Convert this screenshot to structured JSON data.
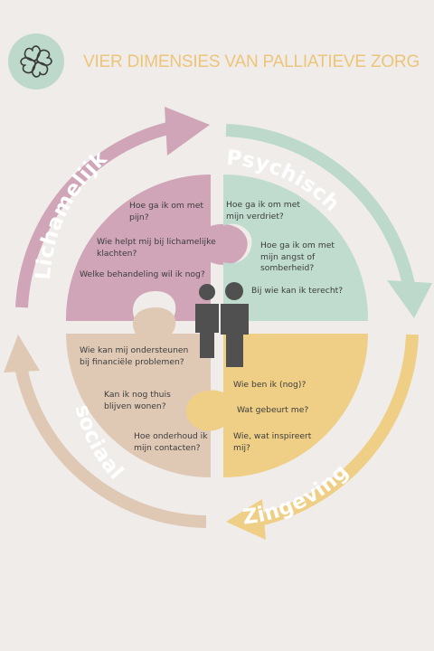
{
  "header": {
    "title": "VIER  DIMENSIES VAN PALLIATIEVE ZORG",
    "logo_icon": "clover-icon"
  },
  "dimensions": {
    "lichamelijk": {
      "label": "Lichamelijk",
      "color": "#cfa5b7",
      "questions": [
        "Hoe ga ik om met\npijn?",
        "Wie helpt mij bij lichamelijke\nklachten?",
        "Welke behandeling wil ik nog?"
      ]
    },
    "psychisch": {
      "label": "Psychisch",
      "color": "#bfdccf",
      "questions": [
        "Hoe ga ik om met\nmijn verdriet?",
        "Hoe ga ik om met\nmijn angst of\nsomberheid?",
        "Bij wie kan ik terecht?"
      ]
    },
    "sociaal": {
      "label": "sociaal",
      "color": "#dfc9b5",
      "questions": [
        "Wie kan mij ondersteunen\nbij financiële problemen?",
        "Kan ik nog thuis\nblijven wonen?",
        "Hoe onderhoud ik\nmijn contacten?"
      ]
    },
    "zingeving": {
      "label": "Zingeving",
      "color": "#efcf86",
      "questions": [
        "Wie ben ik (nog)?",
        "Wat gebeurt me?",
        "Wie, wat inspireert\nmij?"
      ]
    }
  },
  "center_icon": "people-icon"
}
